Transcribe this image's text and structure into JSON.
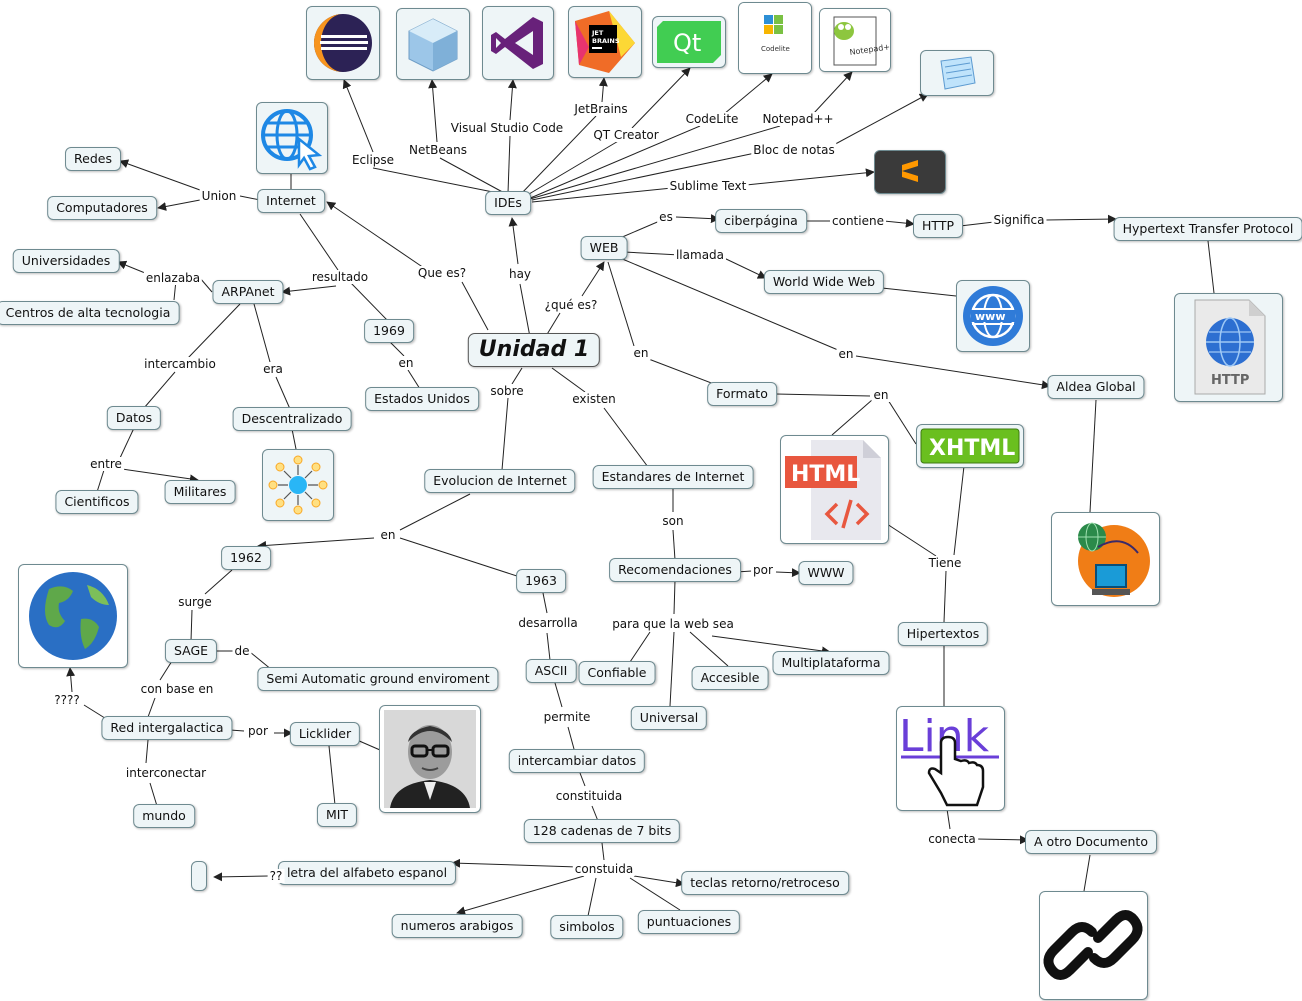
{
  "nodes": {
    "unidad": "Unidad 1",
    "ides": "IDEs",
    "internet": "Internet",
    "redes": "Redes",
    "computadores": "Computadores",
    "arpanet": "ARPAnet",
    "universidades": "Universidades",
    "centros": "Centros de alta tecnologia",
    "y1969": "1969",
    "estados": "Estados Unidos",
    "datos": "Datos",
    "descentralizado": "Descentralizado",
    "cientificos": "Cientificos",
    "militares": "Militares",
    "web": "WEB",
    "ciberpagina": "ciberpágina",
    "http": "HTTP",
    "hypertext": "Hypertext Transfer Protocol",
    "www_full": "World Wide Web",
    "formato": "Formato",
    "aldea": "Aldea Global",
    "evolucion": "Evolucion de Internet",
    "estandares": "Estandares de Internet",
    "y1962": "1962",
    "y1963": "1963",
    "sage": "SAGE",
    "semi": "Semi Automatic ground enviroment",
    "red": "Red intergalactica",
    "licklider": "Licklider",
    "mit": "MIT",
    "mundo": "mundo",
    "ascii": "ASCII",
    "intercambiar": "intercambiar datos",
    "cadenas": "128 cadenas de 7 bits",
    "letra": "letra del alfabeto espanol",
    "teclas": "teclas retorno/retroceso",
    "numeros": "numeros arabigos",
    "simbolos": "simbolos",
    "puntuaciones": "puntuaciones",
    "recomendaciones": "Recomendaciones",
    "www": "WWW",
    "confiable": "Confiable",
    "accesible": "Accesible",
    "multiplataforma": "Multiplataforma",
    "universal": "Universal",
    "hipertextos": "Hipertextos",
    "otro_doc": "A otro Documento",
    "empty": ""
  },
  "labels": {
    "eclipse": "Eclipse",
    "netbeans": "NetBeans",
    "vscode": "Visual Studio Code",
    "jetbrains": "JetBrains",
    "qt": "QT Creator",
    "codelite": "CodeLite",
    "notepadpp": "Notepad++",
    "bloc": "Bloc de notas",
    "sublime": "Sublime Text",
    "union": "Union",
    "que_es": "Que es?",
    "hay": "hay",
    "que_es2": "¿qué es?",
    "resultado": "resultado",
    "enlazaba": "enlazaba",
    "en_1969": "en",
    "intercambio": "intercambio",
    "era": "era",
    "entre": "entre",
    "es": "es",
    "contiene": "contiene",
    "significa": "Significa",
    "llamada": "llamada",
    "en_formato": "en",
    "en_aldea": "en",
    "en_xhtml": "en",
    "sobre": "sobre",
    "existen": "existen",
    "en_evol": "en",
    "surge": "surge",
    "de": "de",
    "con_base": "con base en",
    "por_lick": "por",
    "interconectar": "interconectar",
    "q4": "????",
    "desarrolla": "desarrolla",
    "permite": "permite",
    "constituida": "constituida",
    "constuida": "constuida",
    "q2": "??",
    "son": "son",
    "por_www": "por",
    "para_que": "para que la web sea",
    "tiene": "Tiene",
    "conecta": "conecta"
  },
  "images": {
    "qt_logo": "Qt",
    "codelite_logo": "Codelite",
    "notepadpp_logo": "Notepad++",
    "jetbrains_logo": "JET BRAINS",
    "html_logo": "HTML",
    "xhtml_logo": "XHTML",
    "http_logo": "HTTP",
    "link_logo": "Link"
  },
  "colors": {
    "node_bg": "#eef5f7",
    "node_border": "#6e8a90",
    "line": "#222222"
  }
}
